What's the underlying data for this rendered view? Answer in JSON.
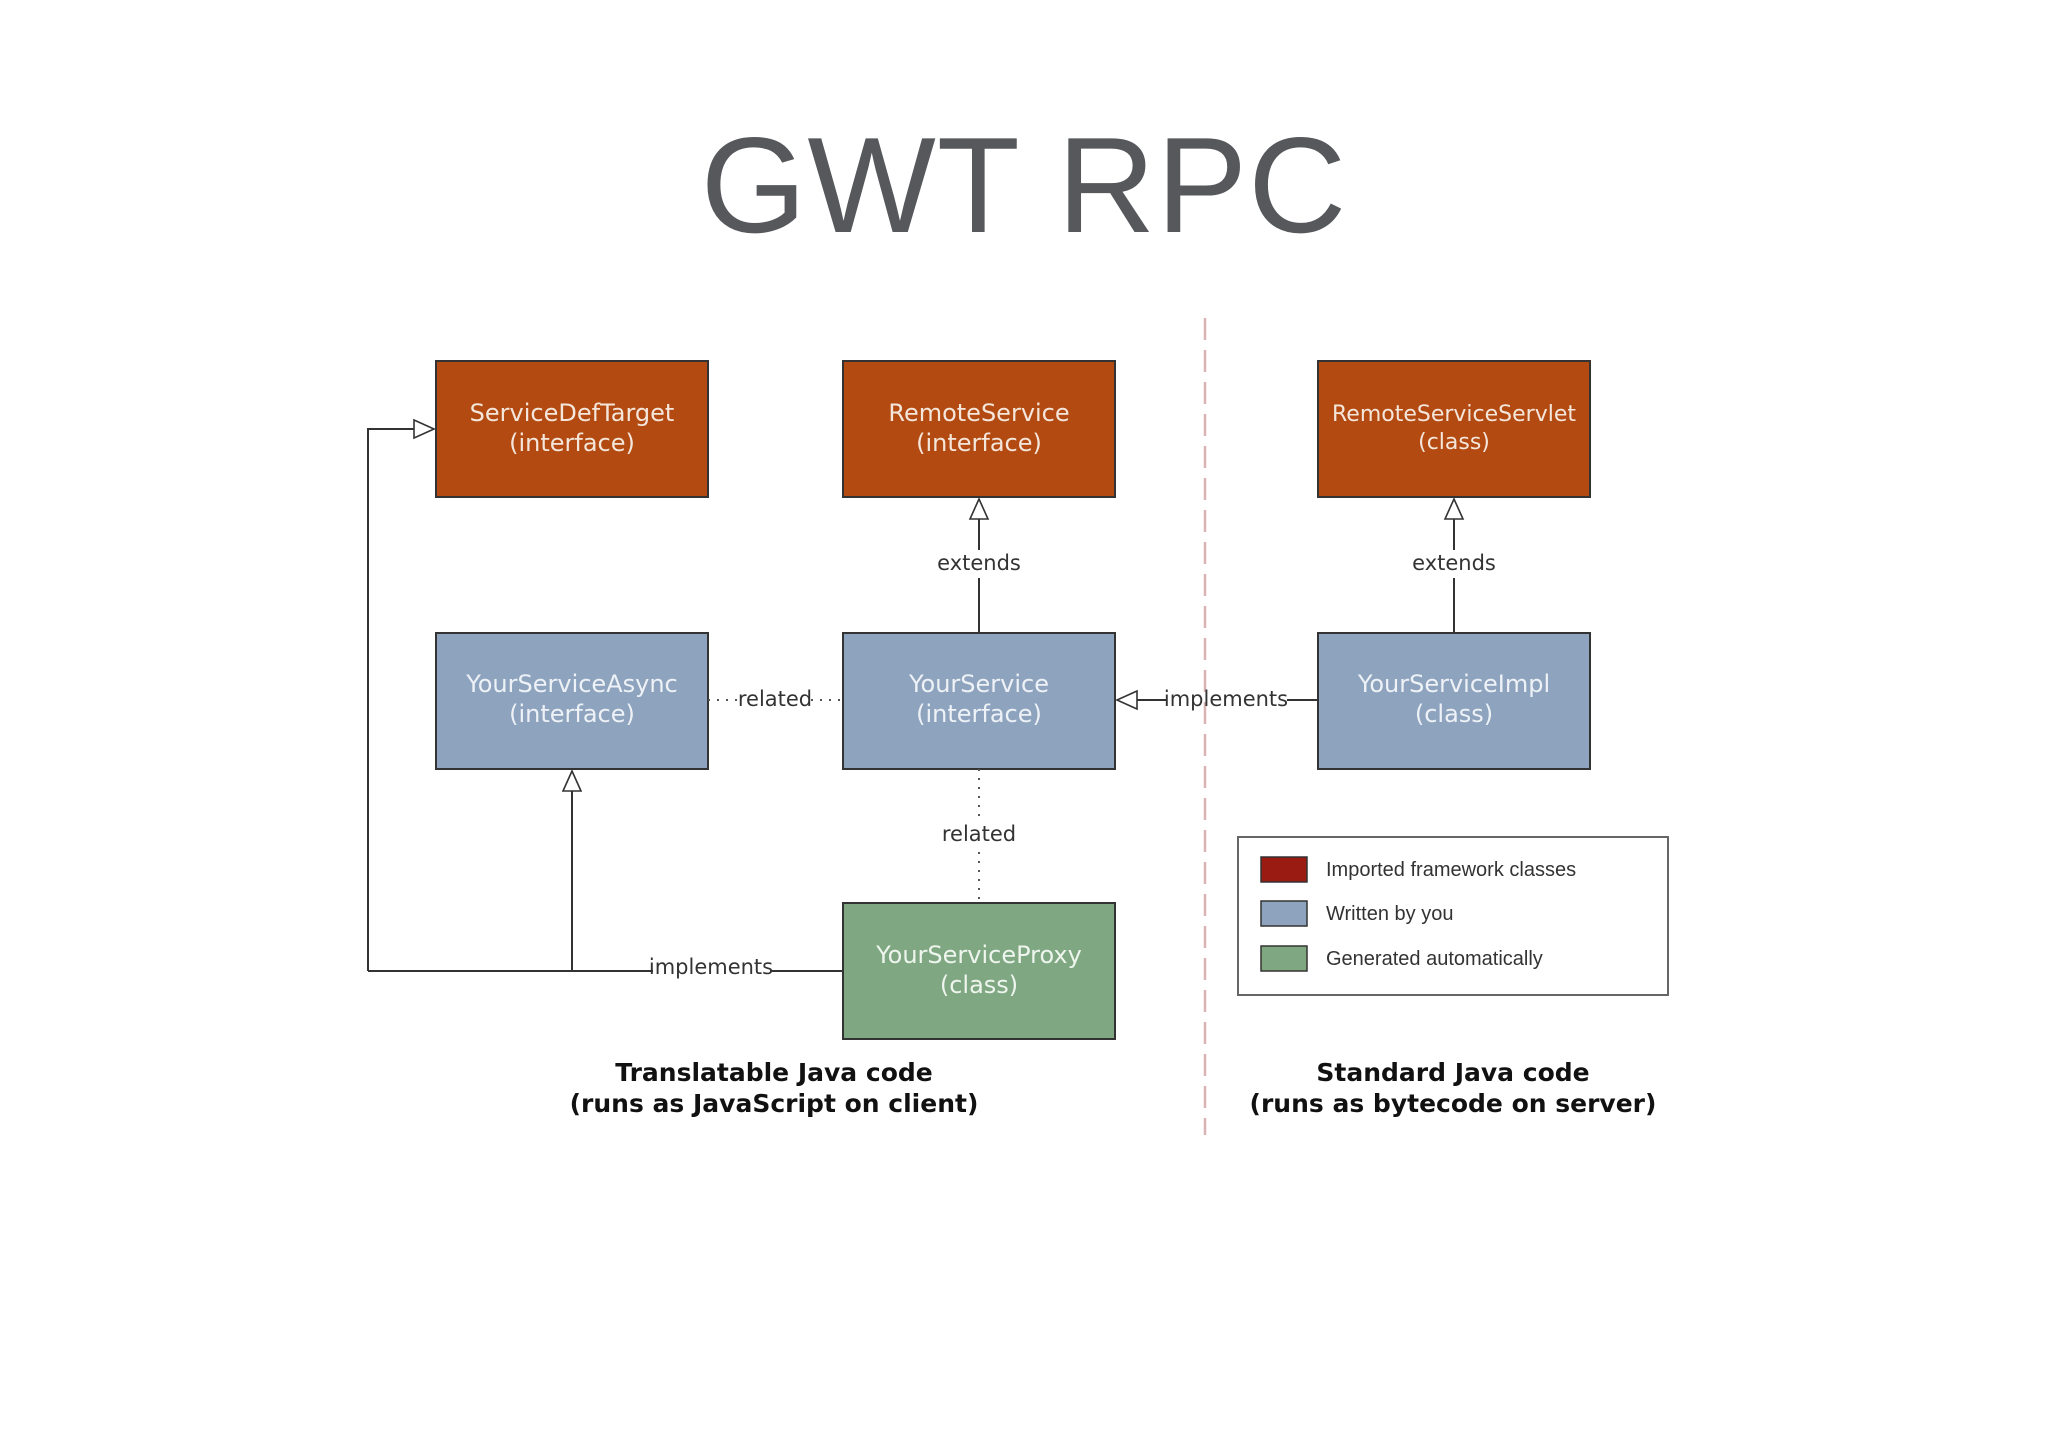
{
  "title": "GWT RPC",
  "colors": {
    "imported": "#b24a12",
    "written": "#8ea4be",
    "generated": "#7fa882",
    "legend_imported": "#9a1b12"
  },
  "nodes": {
    "service_def_target": {
      "name": "ServiceDefTarget",
      "kind": "(interface)"
    },
    "remote_service": {
      "name": "RemoteService",
      "kind": "(interface)"
    },
    "remote_service_servlet": {
      "name": "RemoteServiceServlet",
      "kind": "(class)"
    },
    "your_service_async": {
      "name": "YourServiceAsync",
      "kind": "(interface)"
    },
    "your_service": {
      "name": "YourService",
      "kind": "(interface)"
    },
    "your_service_impl": {
      "name": "YourServiceImpl",
      "kind": "(class)"
    },
    "your_service_proxy": {
      "name": "YourServiceProxy",
      "kind": "(class)"
    }
  },
  "edges": {
    "extends_remote": "extends",
    "extends_servlet": "extends",
    "related_async": "related",
    "related_proxy": "related",
    "implements_impl": "implements",
    "implements_proxy": "implements"
  },
  "legend": [
    {
      "label": "Imported framework classes",
      "color": "#9a1b12"
    },
    {
      "label": "Written by you",
      "color": "#8ea4be"
    },
    {
      "label": "Generated automatically",
      "color": "#7fa882"
    }
  ],
  "sections": {
    "client_line1": "Translatable Java code",
    "client_line2": "(runs as JavaScript on client)",
    "server_line1": "Standard Java code",
    "server_line2": "(runs as bytecode on server)"
  }
}
